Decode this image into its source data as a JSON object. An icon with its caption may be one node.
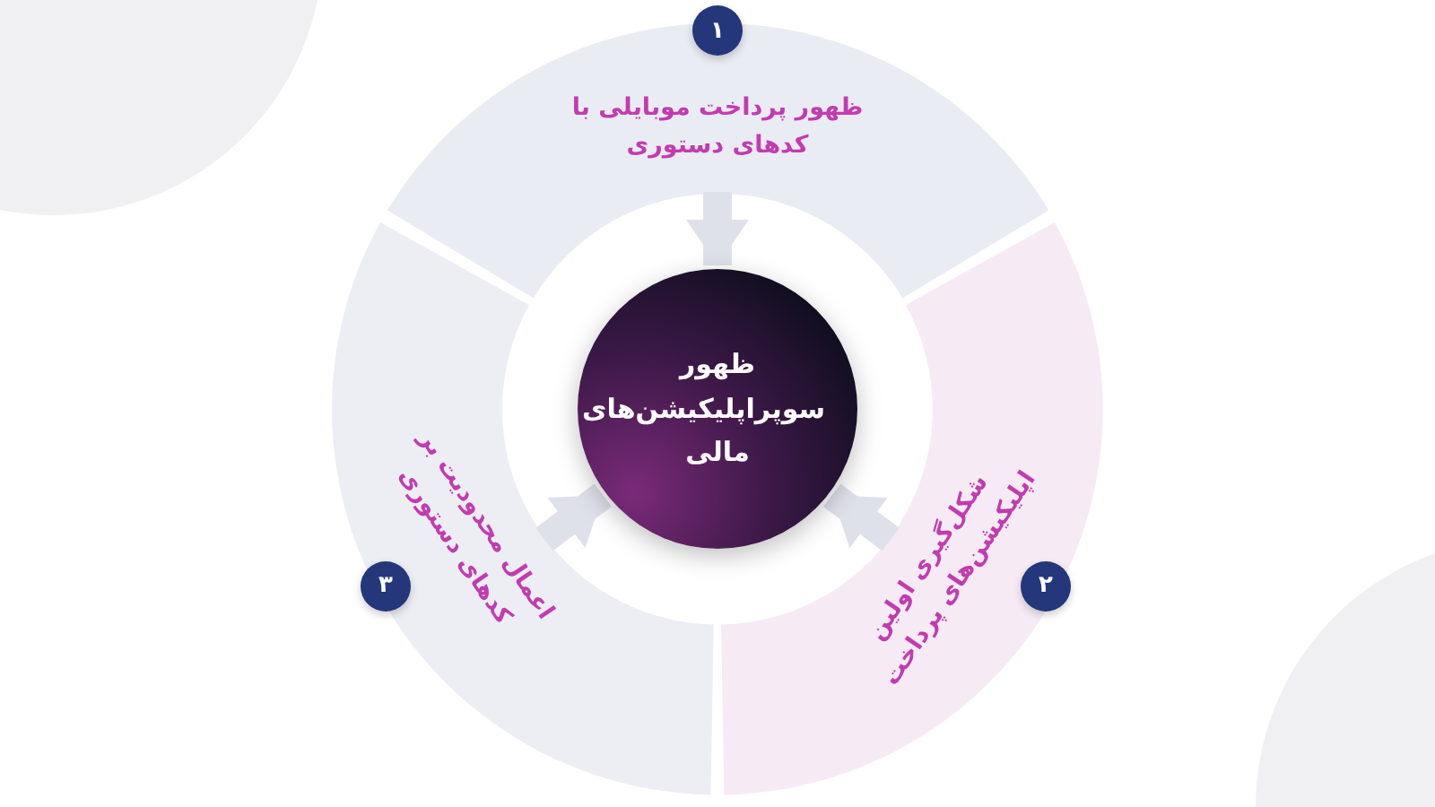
{
  "diagram": {
    "nodes": [
      {
        "text": [
          "ظهور سوپراپلیکیشن‌های مالی"
        ]
      },
      {
        "text": [
          "ظهور پرداخت موبایلی با کدهای دستوری"
        ]
      },
      {
        "text": [
          "شکل‌گیری اولین اپلیکیشن‌های پرداخت"
        ]
      },
      {
        "text": [
          "اعمال محدودیت بر کدهای دستوری"
        ]
      },
      {
        "text": [
          "۱"
        ]
      },
      {
        "text": [
          "۲"
        ],
        "in": 2
      },
      {
        "text": [
          "۳"
        ],
        "in": 3
      }
    ],
    "edges": [
      {
        "from": 1,
        "to": 0,
        "arrow": "to"
      },
      {
        "from": 2,
        "to": 0,
        "arrow": "to"
      },
      {
        "from": 3,
        "to": 0,
        "arrow": "to"
      }
    ]
  }
}
